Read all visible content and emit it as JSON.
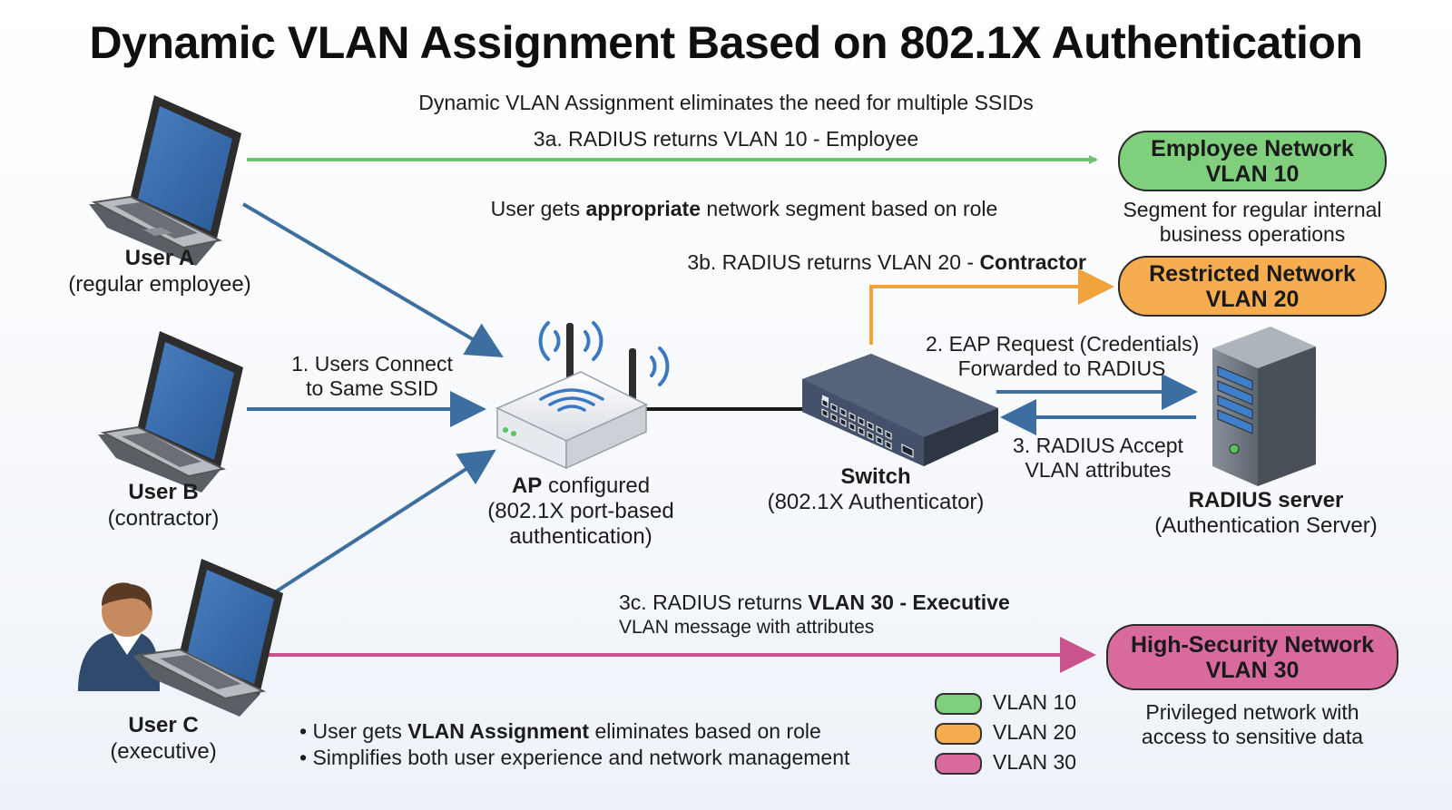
{
  "title": "Dynamic VLAN Assignment Based on 802.1X Authentication",
  "subtitle": "Dynamic VLAN Assignment eliminates the need for multiple SSIDs",
  "colors": {
    "vlan10": "#7fcf7d",
    "vlan20": "#f5ad4f",
    "vlan30": "#d86a9e",
    "arrow_blue": "#3c6ea0",
    "arrow_green": "#6ec271",
    "arrow_orange": "#f0a33c",
    "arrow_pink": "#c9538c"
  },
  "users": {
    "a": {
      "name": "User A",
      "role": "(regular employee)",
      "icon": "laptop-icon"
    },
    "b": {
      "name": "User B",
      "role": "(contractor)",
      "icon": "laptop-icon"
    },
    "c": {
      "name": "User C",
      "role": "(executive)",
      "icon": "user-with-laptop-icon"
    }
  },
  "steps": {
    "connect_line1": "1. Users Connect",
    "connect_line2": "to Same SSID",
    "eap_line1": "2. EAP Request (Credentials)",
    "eap_line2": "Forwarded to RADIUS",
    "accept_line1": "3. RADIUS Accept",
    "accept_line2": "VLAN attributes",
    "r3a": "3a. RADIUS returns VLAN 10 - Employee",
    "r3b_prefix": "3b. RADIUS returns VLAN 20 - ",
    "r3b_bold": "Contractor",
    "r3c_prefix": "3c. RADIUS returns ",
    "r3c_bold": "VLAN 30 - Executive",
    "r3c_sub": "VLAN message with attributes"
  },
  "segment_note": {
    "prefix": "User gets ",
    "bold": "appropriate",
    "suffix": " network segment based on role"
  },
  "ap": {
    "bold": "AP",
    "label": " configured",
    "line2": "(802.1X port-based",
    "line3": "authentication)",
    "icon": "wireless-access-point-icon"
  },
  "switch": {
    "name": "Switch",
    "role": "(802.1X Authenticator)",
    "icon": "network-switch-icon"
  },
  "radius": {
    "name": "RADIUS server",
    "role": "(Authentication Server)",
    "icon": "server-tower-icon"
  },
  "networks": {
    "employee": {
      "name": "Employee Network",
      "vlan": "VLAN 10",
      "desc_line1": "Segment for regular internal",
      "desc_line2": "business operations"
    },
    "restricted": {
      "name": "Restricted Network",
      "vlan": "VLAN 20"
    },
    "high_security": {
      "name": "High-Security Network",
      "vlan": "VLAN 30",
      "desc_line1": "Privileged network with",
      "desc_line2": "access to sensitive data"
    }
  },
  "legend": {
    "items": [
      {
        "label": "VLAN 10"
      },
      {
        "label": "VLAN 20"
      },
      {
        "label": "VLAN 30"
      }
    ]
  },
  "bullets": {
    "b1_prefix": "User gets ",
    "b1_bold": "VLAN Assignment",
    "b1_suffix": " eliminates based on role",
    "b2": "Simplifies both user experience and network management"
  }
}
